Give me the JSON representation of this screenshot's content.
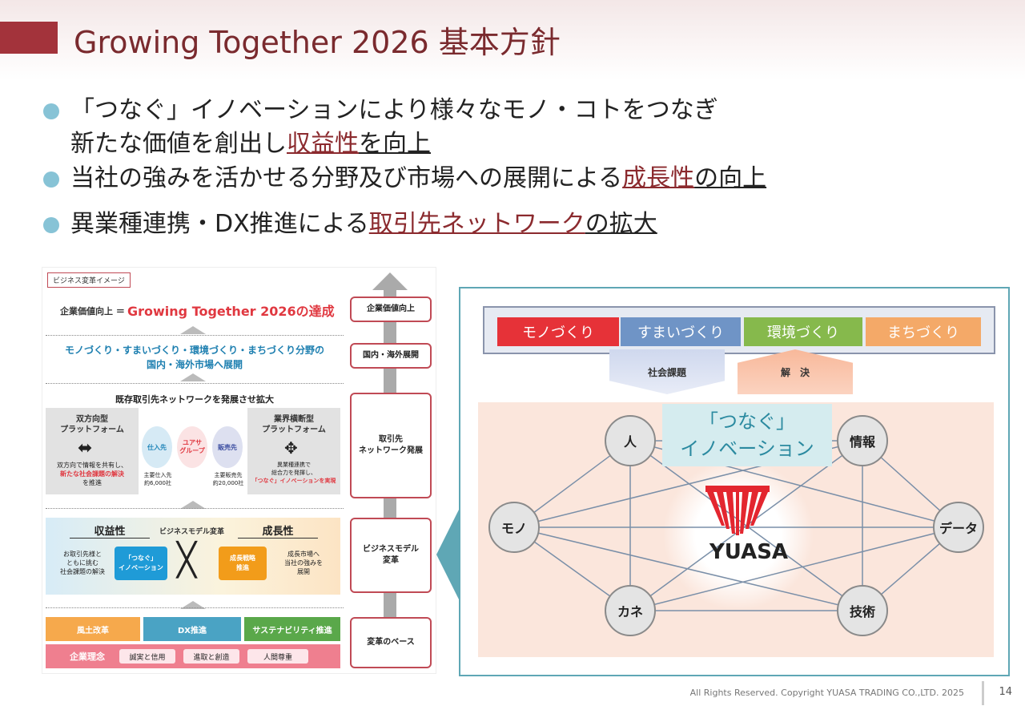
{
  "slide": {
    "title": "Growing Together 2026 基本方針",
    "bullets": [
      {
        "l1": "「つなぐ」イノベーションにより様々なモノ・コトをつなぎ",
        "l2a": "新たな価値を創出し",
        "l2b": "収益性",
        "l2c": "を向上"
      },
      {
        "a": "当社の強みを活かせる分野及び市場への展開による",
        "b": "成長性",
        "c": "の向上"
      },
      {
        "a": "異業種連携・DX推進による",
        "b": "取引先ネットワーク",
        "c": "の拡大"
      }
    ],
    "footer": "All Rights Reserved. Copyright  YUASA TRADING CO.,LTD. 2025",
    "page_number": "14"
  },
  "left_diagram": {
    "tag": "ビジネス変革イメージ",
    "goal_prefix": "企業価値向上 ＝",
    "goal_main": "Growing Together 2026の達成",
    "fields_line1": "モノづくり・すまいづくり・環境づくり・まちづくり分野の",
    "fields_line2": "国内・海外市場へ展開",
    "network_title": "既存取引先ネットワークを発展させ拡大",
    "bidir_title1": "双方向型",
    "bidir_title2": "プラットフォーム",
    "bidir_d1": "双方向で情報を共有し、",
    "bidir_d2": "新たな社会課題の解決",
    "bidir_d3": "を推進",
    "supplier": "仕入先",
    "group1": "ユアサ",
    "group2": "グループ",
    "seller": "販売先",
    "supplier_count1": "主要仕入先",
    "supplier_count2": "約6,000社",
    "seller_count1": "主要販売先",
    "seller_count2": "約20,000社",
    "cross_title1": "業界横断型",
    "cross_title2": "プラットフォーム",
    "cross_d1": "異業種連携で",
    "cross_d2": "総合力を発揮し、",
    "cross_d3": "「つなぐ」イノベーションを実現",
    "profit": "収益性",
    "bm_change": "ビジネスモデル変革",
    "growth": "成長性",
    "profit_d1": "お取引先様と",
    "profit_d2": "ともに挑む",
    "profit_d3": "社会課題の解決",
    "tsunagu1": "「つなぐ」",
    "tsunagu2": "イノベーション",
    "growth_box1": "成長戦略",
    "growth_box2": "推進",
    "growth_d1": "成長市場へ",
    "growth_d2": "当社の強みを",
    "growth_d3": "展開",
    "base1": "風土改革",
    "base2": "DX推進",
    "base3": "サステナビリティ推進",
    "philosophy": "企業理念",
    "p1": "誠実と信用",
    "p2": "進取と創造",
    "p3": "人間尊重",
    "side": [
      "企業価値向上",
      "国内・海外展開",
      "取引先",
      "ネットワーク発展",
      "ビジネスモデル",
      "変革",
      "変革のベース"
    ]
  },
  "right_diagram": {
    "categories": [
      {
        "label": "モノづくり",
        "color": "#e63238"
      },
      {
        "label": "すまいづくり",
        "color": "#6f94c6"
      },
      {
        "label": "環境づくり",
        "color": "#86b94c"
      },
      {
        "label": "まちづくり",
        "color": "#f4a968"
      }
    ],
    "social_issue": "社会課題",
    "solution": "解　決",
    "center_1": "「つなぐ」",
    "center_2": "イノベーション",
    "logo_text": "YUASA",
    "nodes": [
      "人",
      "情報",
      "モノ",
      "データ",
      "カネ",
      "技術"
    ]
  }
}
